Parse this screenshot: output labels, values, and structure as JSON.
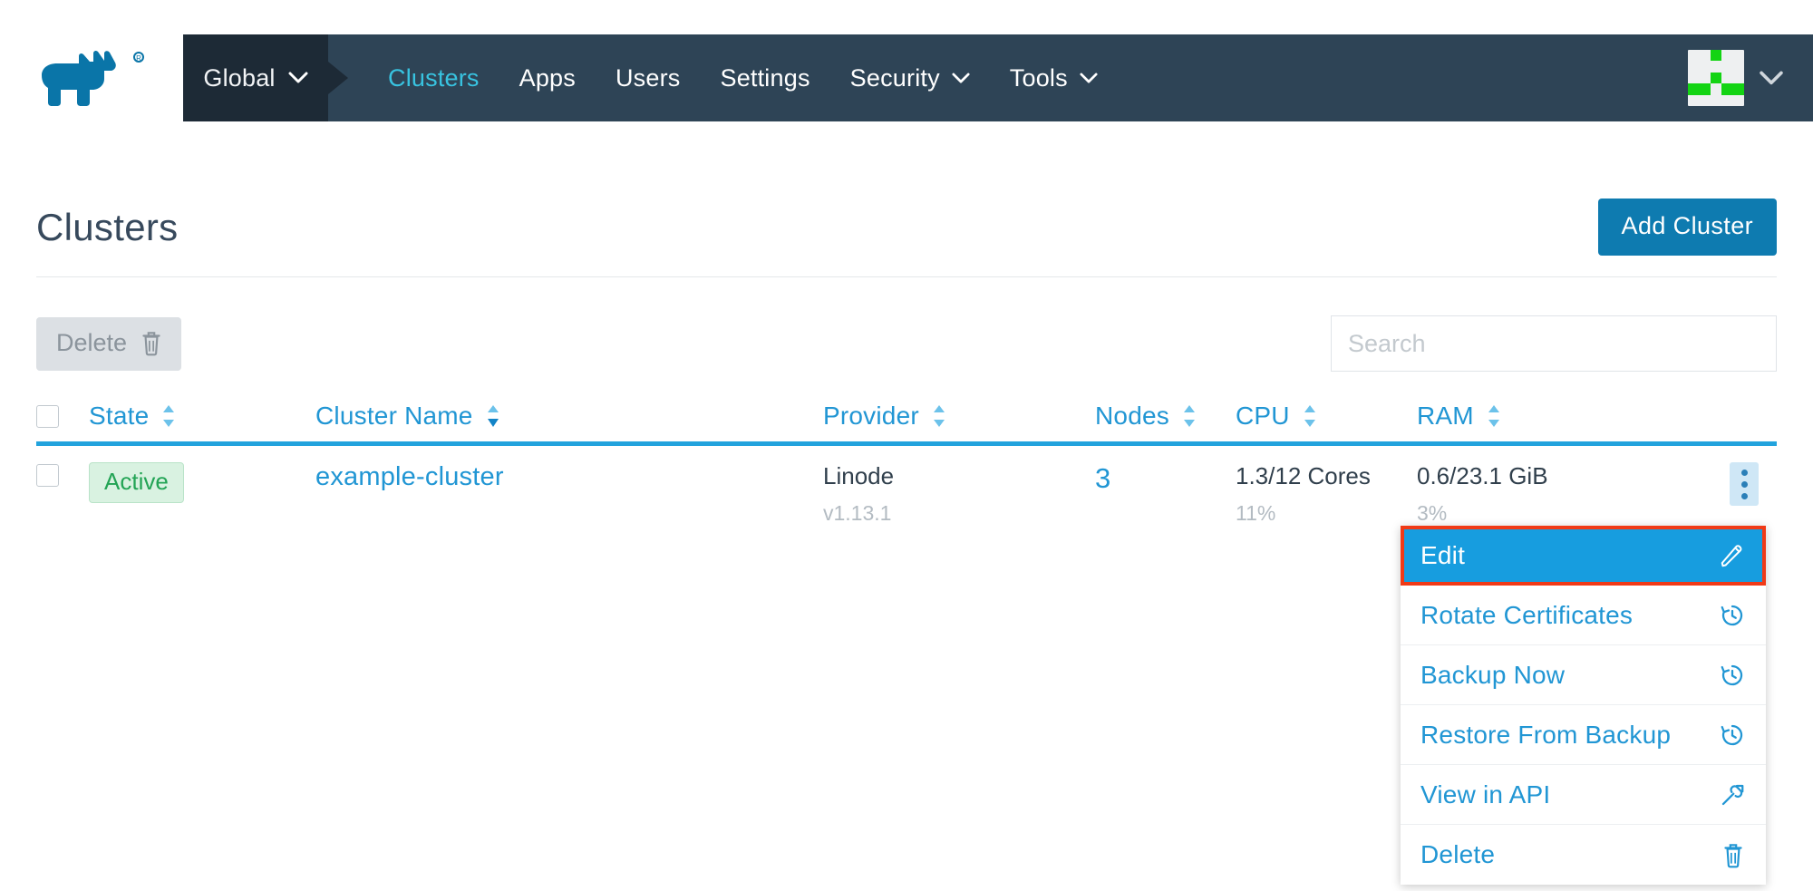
{
  "topnav": {
    "logo_icon": "rancher-cow-logo",
    "context_switcher": {
      "label": "Global",
      "icon": "chevron-down-icon"
    },
    "items": [
      {
        "label": "Clusters",
        "active": true,
        "caret": false
      },
      {
        "label": "Apps",
        "active": false,
        "caret": false
      },
      {
        "label": "Users",
        "active": false,
        "caret": false
      },
      {
        "label": "Settings",
        "active": false,
        "caret": false
      },
      {
        "label": "Security",
        "active": false,
        "caret": true
      },
      {
        "label": "Tools",
        "active": false,
        "caret": true
      }
    ],
    "avatar": {
      "icon": "user-identicon-avatar",
      "caret_icon": "chevron-down-icon"
    },
    "colors": {
      "global_bg": "#1d2a36",
      "nav_bg": "#2e4456",
      "active_text": "#38c3e0",
      "avatar_green": "#13d413"
    }
  },
  "page": {
    "title": "Clusters",
    "add_button": {
      "label": "Add Cluster",
      "color": "#0e7bb0"
    }
  },
  "toolbar": {
    "delete_label": "Delete",
    "delete_icon": "trash-icon",
    "search_placeholder": "Search",
    "search_value": ""
  },
  "table": {
    "sort_icon": "sort-arrows-icon",
    "header_color": "#2196d4",
    "columns": [
      {
        "label": "State",
        "sortable": true,
        "sorted": false
      },
      {
        "label": "Cluster Name",
        "sortable": true,
        "sorted": true
      },
      {
        "label": "Provider",
        "sortable": true,
        "sorted": false
      },
      {
        "label": "Nodes",
        "sortable": true,
        "sorted": false
      },
      {
        "label": "CPU",
        "sortable": true,
        "sorted": false
      },
      {
        "label": "RAM",
        "sortable": true,
        "sorted": false
      }
    ],
    "rows": [
      {
        "state": "Active",
        "name": "example-cluster",
        "provider": "Linode",
        "provider_version": "v1.13.1",
        "nodes": "3",
        "cpu": "1.3/12 Cores",
        "cpu_percent": "11%",
        "ram": "0.6/23.1 GiB",
        "ram_percent": "3%",
        "actions_icon": "kebab-menu-icon"
      }
    ]
  },
  "context_menu": {
    "highlight_color": "#f03a17",
    "selected_bg": "#179ddf",
    "items": [
      {
        "label": "Edit",
        "icon": "pencil-icon",
        "selected": true
      },
      {
        "label": "Rotate Certificates",
        "icon": "history-clock-icon",
        "selected": false
      },
      {
        "label": "Backup Now",
        "icon": "history-clock-icon",
        "selected": false
      },
      {
        "label": "Restore From Backup",
        "icon": "history-clock-icon",
        "selected": false
      },
      {
        "label": "View in API",
        "icon": "external-link-icon",
        "selected": false
      },
      {
        "label": "Delete",
        "icon": "trash-icon",
        "selected": false
      }
    ]
  }
}
